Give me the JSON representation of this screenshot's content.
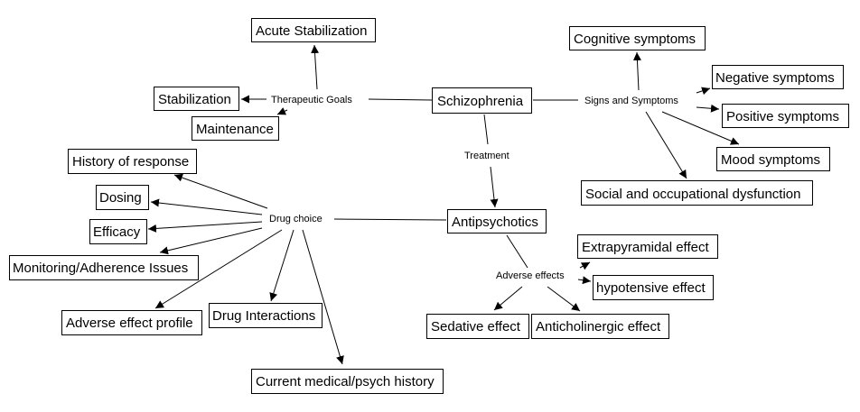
{
  "diagram": {
    "title": "Schizophrenia concept map",
    "colors": {
      "line": "#000000",
      "box_fill": "#ffffff",
      "text": "#000000"
    },
    "nodes": {
      "schizophrenia": "Schizophrenia",
      "acute_stabilization": "Acute Stabilization",
      "stabilization": "Stabilization",
      "maintenance": "Maintenance",
      "cognitive": "Cognitive symptoms",
      "negative": "Negative symptoms",
      "positive": "Positive symptoms",
      "mood": "Mood symptoms",
      "social": "Social and occupational dysfunction",
      "antipsychotics": "Antipsychotics",
      "history_response": "History of response",
      "dosing": "Dosing",
      "efficacy": "Efficacy",
      "monitoring": "Monitoring/Adherence Issues",
      "adverse_profile": "Adverse effect profile",
      "drug_interactions": "Drug Interactions",
      "current_history": "Current medical/psych history",
      "extrapyramidal": "Extrapyramidal effect",
      "hypotensive": "hypotensive effect",
      "sedative": "Sedative effect",
      "anticholinergic": "Anticholinergic effect"
    },
    "links": {
      "therapeutic_goals": "Therapeutic Goals",
      "signs_symptoms": "Signs and Symptoms",
      "treatment": "Treatment",
      "drug_choice": "Drug choice",
      "adverse_effects": "Adverse effects"
    }
  }
}
